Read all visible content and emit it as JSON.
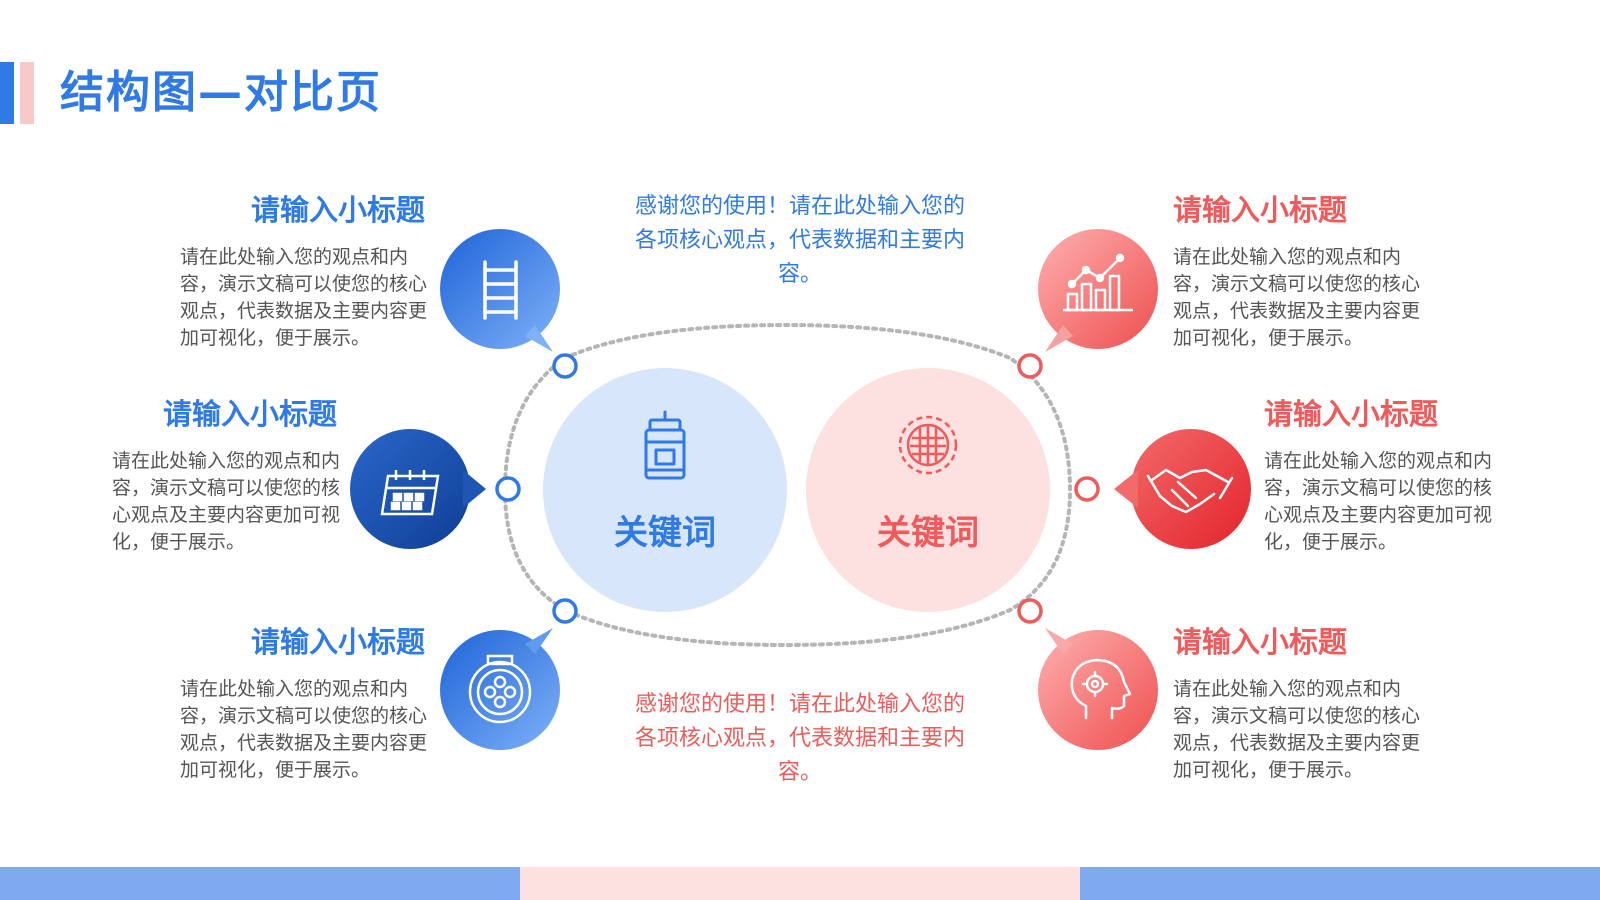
{
  "page": {
    "title": "结构图—对比页"
  },
  "colors": {
    "blue": "#2f7ae5",
    "dark_blue": "#1f55b3",
    "light_blue_circle": "#d7e6fb",
    "red": "#ef5a5a",
    "light_red_circle": "#fde0e0",
    "bottom_blue": "#7faaf2",
    "bottom_pink": "#fde0e0"
  },
  "center": {
    "left_keyword": "关键词",
    "right_keyword": "关键词",
    "left_icon": "lantern-icon",
    "right_icon": "sunflower-icon",
    "top_text": "感谢您的使用！请在此处输入您的各项核心观点，代表数据和主要内容。",
    "bottom_text": "感谢您的使用！请在此处输入您的各项核心观点，代表数据和主要内容。"
  },
  "left_items": [
    {
      "title": "请输入小标题",
      "body": "请在此处输入您的观点和内容，演示文稿可以使您的核心观点，代表数据及主要内容更加可视化，便于展示。",
      "icon": "ladder-icon"
    },
    {
      "title": "请输入小标题",
      "body": "请在此处输入您的观点和内容，演示文稿可以使您的核心观点及主要内容更加可视化，便于展示。",
      "icon": "calendar-icon"
    },
    {
      "title": "请输入小标题",
      "body": "请在此处输入您的观点和内容，演示文稿可以使您的核心观点，代表数据及主要内容更加可视化，便于展示。",
      "icon": "plug-icon"
    }
  ],
  "right_items": [
    {
      "title": "请输入小标题",
      "body": "请在此处输入您的观点和内容，演示文稿可以使您的核心观点，代表数据及主要内容更加可视化，便于展示。",
      "icon": "bar-chart-icon"
    },
    {
      "title": "请输入小标题",
      "body": "请在此处输入您的观点和内容，演示文稿可以使您的核心观点及主要内容更加可视化，便于展示。",
      "icon": "handshake-icon"
    },
    {
      "title": "请输入小标题",
      "body": "请在此处输入您的观点和内容，演示文稿可以使您的核心观点，代表数据及主要内容更加可视化，便于展示。",
      "icon": "brain-gear-icon"
    }
  ]
}
